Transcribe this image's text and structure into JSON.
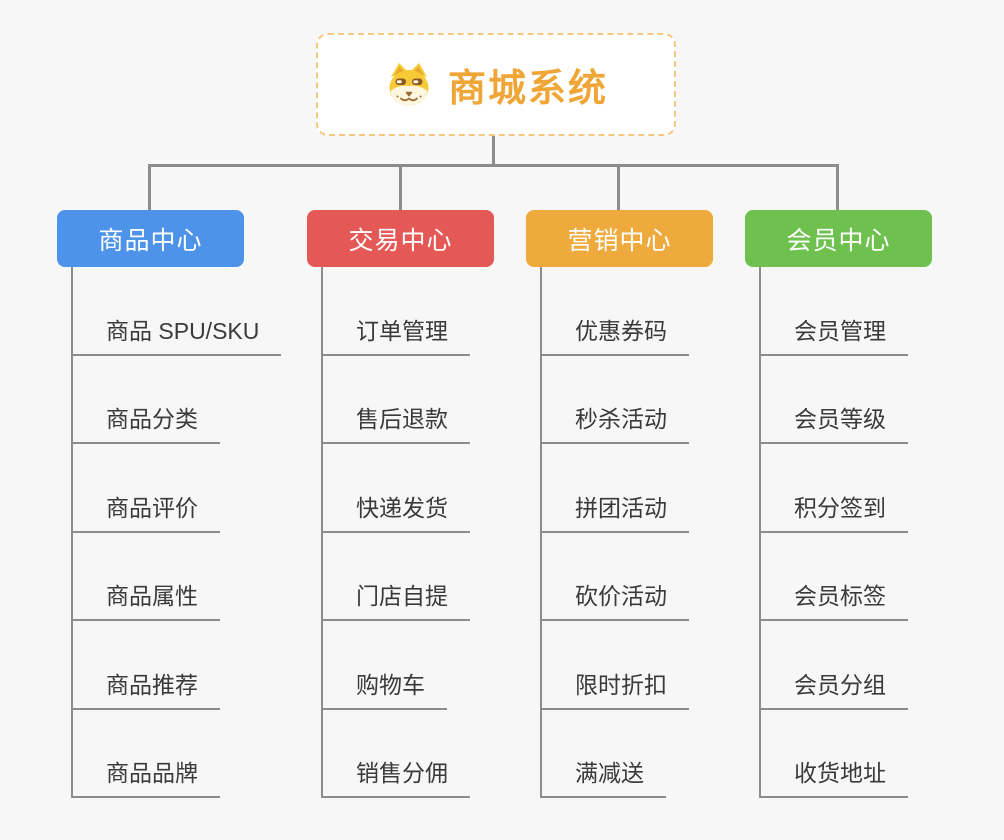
{
  "root": {
    "title": "商城系统",
    "icon": "shiba-dog-icon"
  },
  "branches": [
    {
      "label": "商品中心",
      "color": "#4D93EA",
      "items": [
        "商品 SPU/SKU",
        "商品分类",
        "商品评价",
        "商品属性",
        "商品推荐",
        "商品品牌"
      ]
    },
    {
      "label": "交易中心",
      "color": "#E45956",
      "items": [
        "订单管理",
        "售后退款",
        "快递发货",
        "门店自提",
        "购物车",
        "销售分佣"
      ]
    },
    {
      "label": "营销中心",
      "color": "#EFAA3D",
      "items": [
        "优惠券码",
        "秒杀活动",
        "拼团活动",
        "砍价活动",
        "限时折扣",
        "满减送"
      ]
    },
    {
      "label": "会员中心",
      "color": "#6EC14E",
      "items": [
        "会员管理",
        "会员等级",
        "积分签到",
        "会员标签",
        "会员分组",
        "收货地址"
      ]
    }
  ],
  "colors": {
    "background": "#F7F7F7",
    "connector": "#8C8C8C",
    "root_text": "#F0A637",
    "root_border": "#F6C87E"
  }
}
